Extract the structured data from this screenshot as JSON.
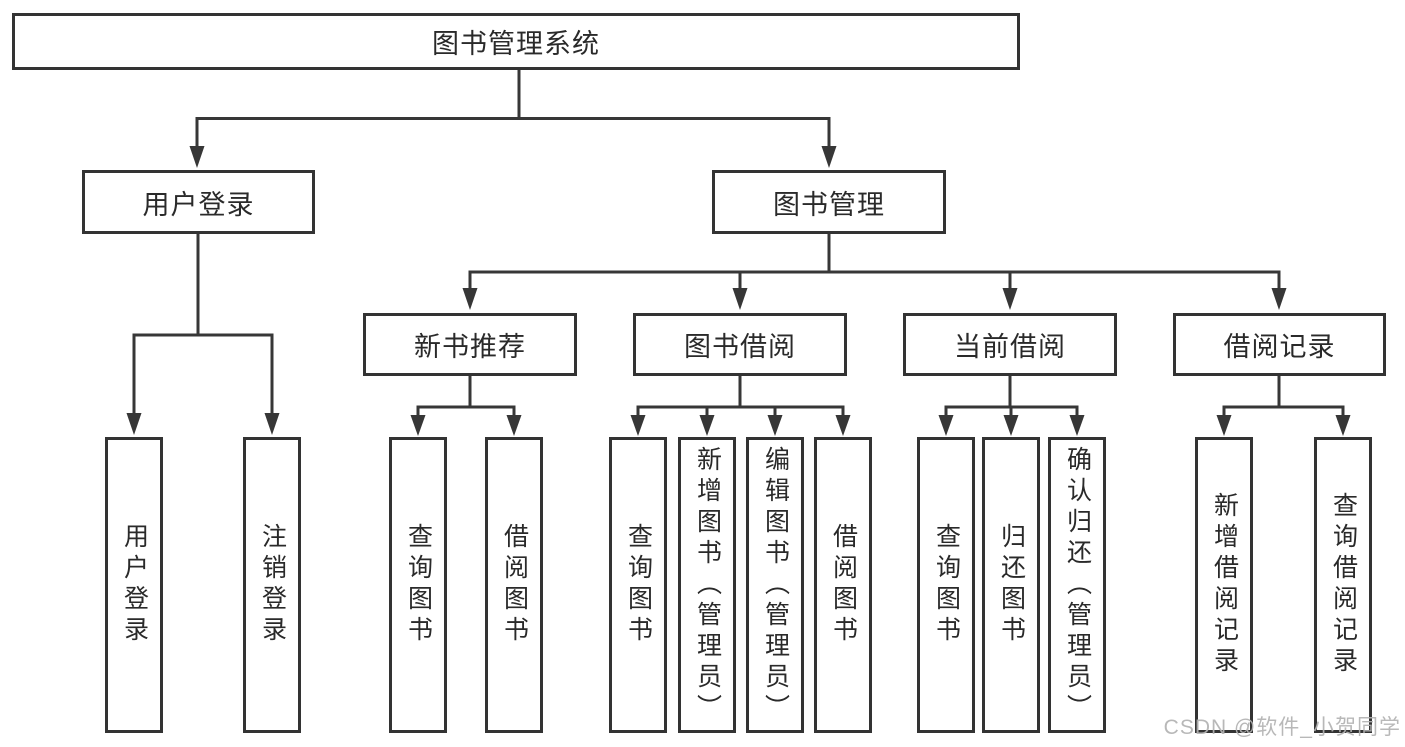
{
  "tree": {
    "root": {
      "label": "图书管理系统"
    },
    "level2": {
      "user_login": {
        "label": "用户登录"
      },
      "book_management": {
        "label": "图书管理"
      }
    },
    "level3": {
      "new_book_recommend": {
        "label": "新书推荐"
      },
      "book_borrow": {
        "label": "图书借阅"
      },
      "current_borrow": {
        "label": "当前借阅"
      },
      "borrow_records": {
        "label": "借阅记录"
      }
    },
    "leaves": {
      "user_login": [
        "用户登录",
        "注销登录"
      ],
      "new_book_recommend": [
        "查询图书",
        "借阅图书"
      ],
      "book_borrow": [
        "查询图书",
        "新增图书（管理员）",
        "编辑图书（管理员）",
        "借阅图书"
      ],
      "current_borrow": [
        "查询图书",
        "归还图书",
        "确认归还（管理员）"
      ],
      "borrow_records": [
        "新增借阅记录",
        "查询借阅记录"
      ]
    }
  },
  "watermark": "CSDN @软件_小贺同学",
  "colors": {
    "line": "#373737",
    "border": "#333333",
    "text": "#2a2a2a",
    "background": "#ffffff",
    "watermark": "#b3b3b3"
  }
}
